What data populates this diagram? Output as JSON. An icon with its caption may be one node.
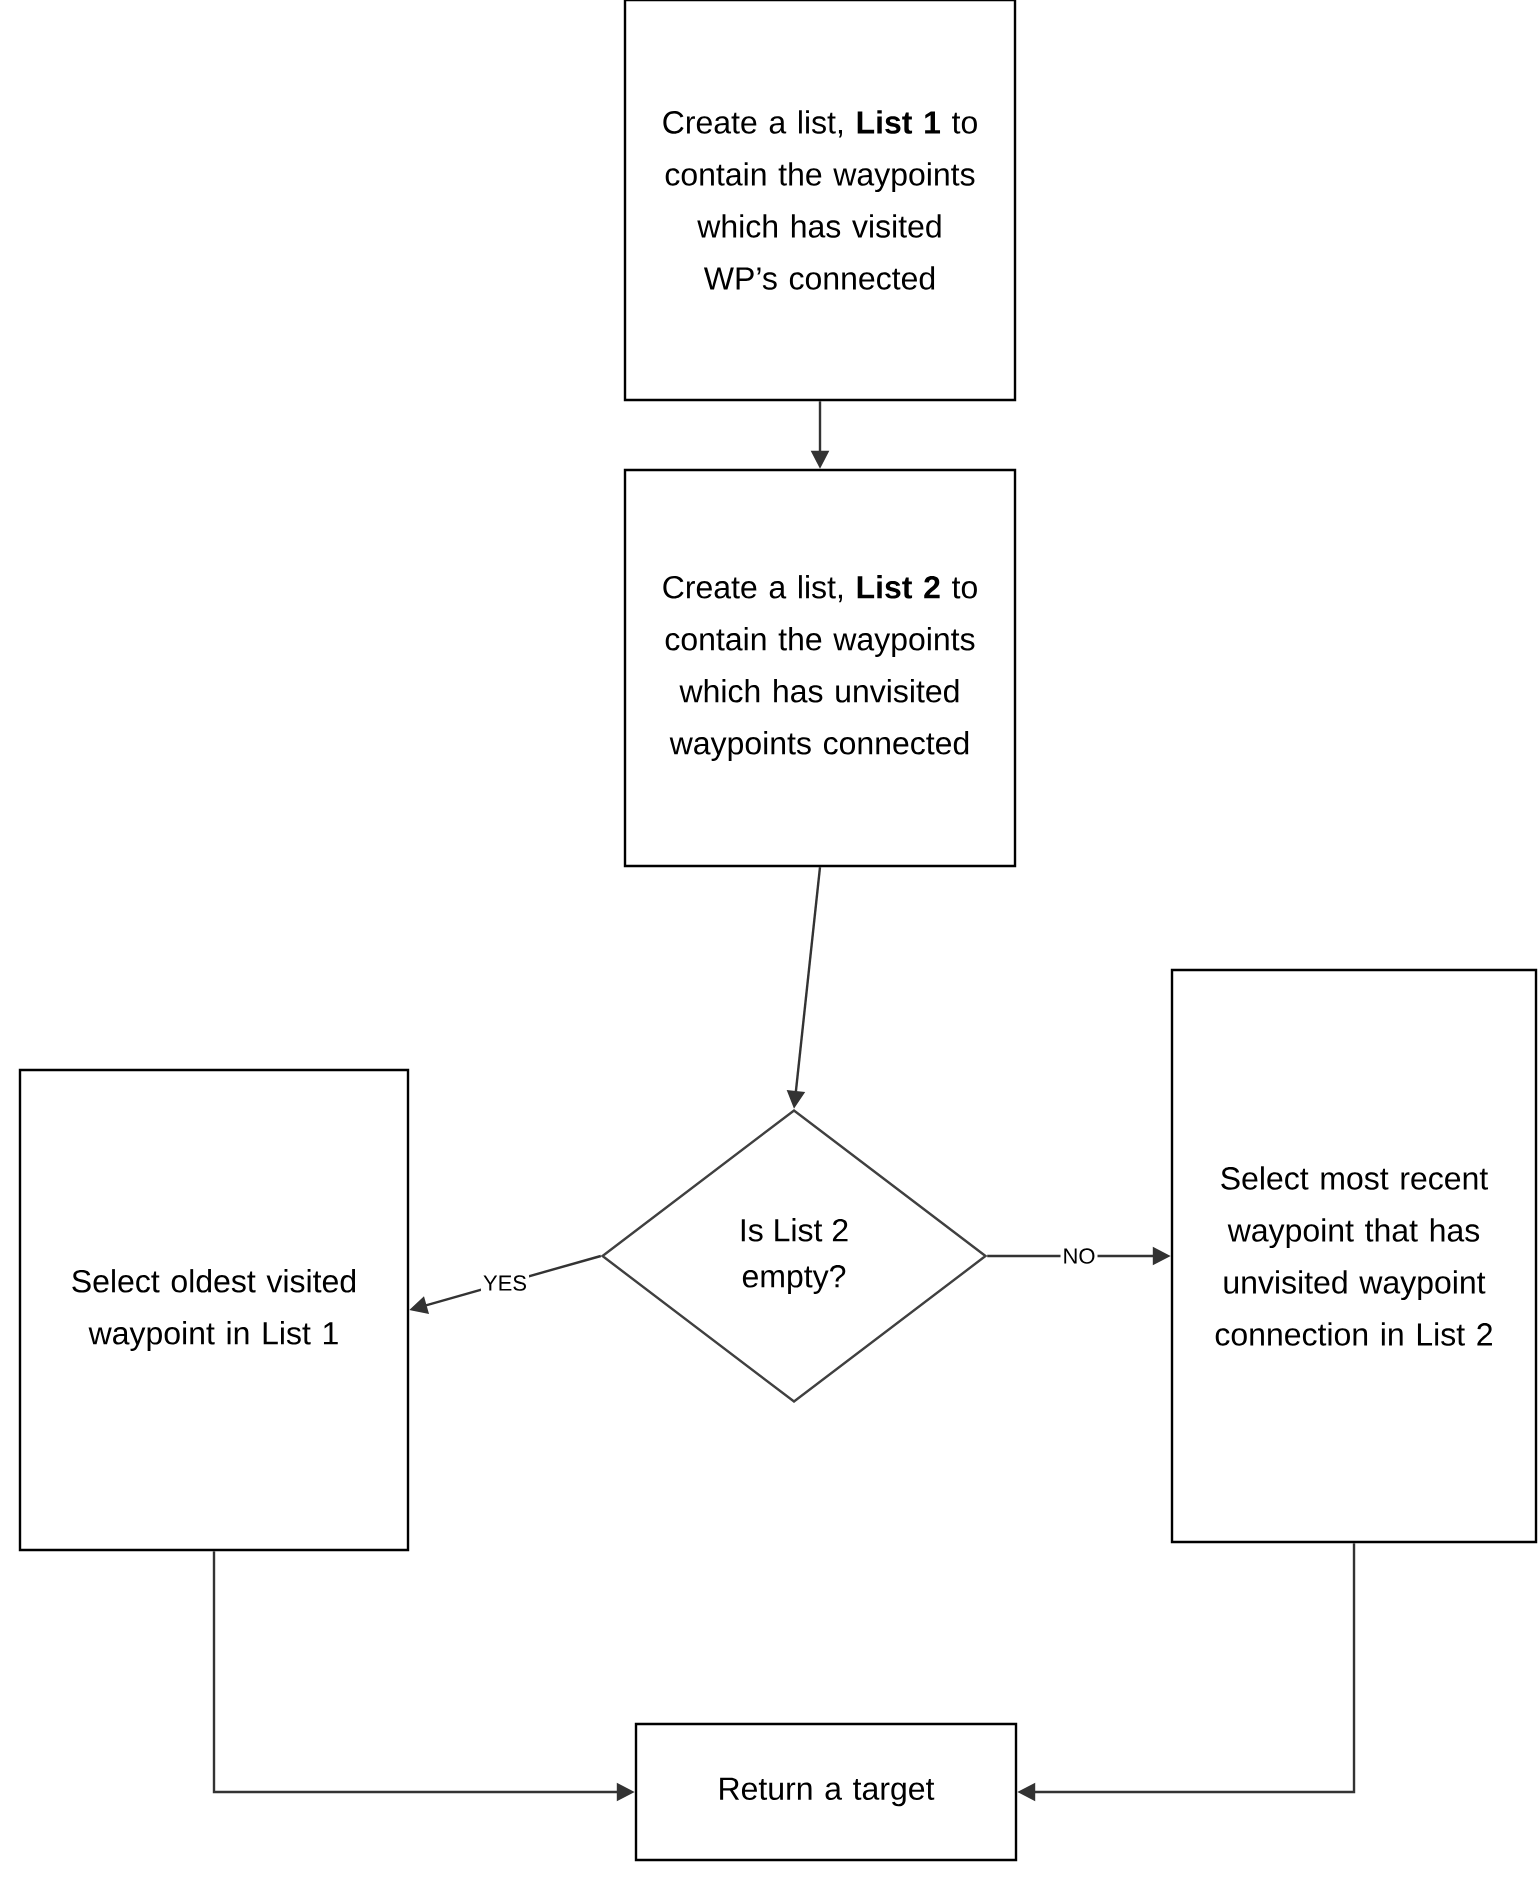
{
  "diagram": {
    "nodes": [
      {
        "text": [
          "Create a list, **List 1** to contain the waypoints which has visited WP’s connected"
        ]
      },
      {
        "text": [
          "Create a list, **List 2** to contain the waypoints which has unvisited waypoints connected"
        ]
      },
      {
        "text": [
          "Is List 2 empty?"
        ]
      },
      {
        "text": [
          "Select oldest visited waypoint in List 1"
        ]
      },
      {
        "text": [
          "Select most recent waypoint that has unvisited waypoint connection in List 2"
        ]
      },
      {
        "text": [
          "Return a target"
        ]
      }
    ],
    "edges": [
      {
        "from": 0,
        "to": 1,
        "arrow": "to"
      },
      {
        "from": 1,
        "to": 2,
        "arrow": "to"
      },
      {
        "from": 2,
        "to": 3,
        "arrow": "to",
        "label": "YES"
      },
      {
        "from": 2,
        "to": 4,
        "arrow": "to",
        "label": "NO"
      },
      {
        "from": 3,
        "to": 5,
        "arrow": "to"
      },
      {
        "from": 4,
        "to": 5,
        "arrow": "to"
      }
    ]
  }
}
